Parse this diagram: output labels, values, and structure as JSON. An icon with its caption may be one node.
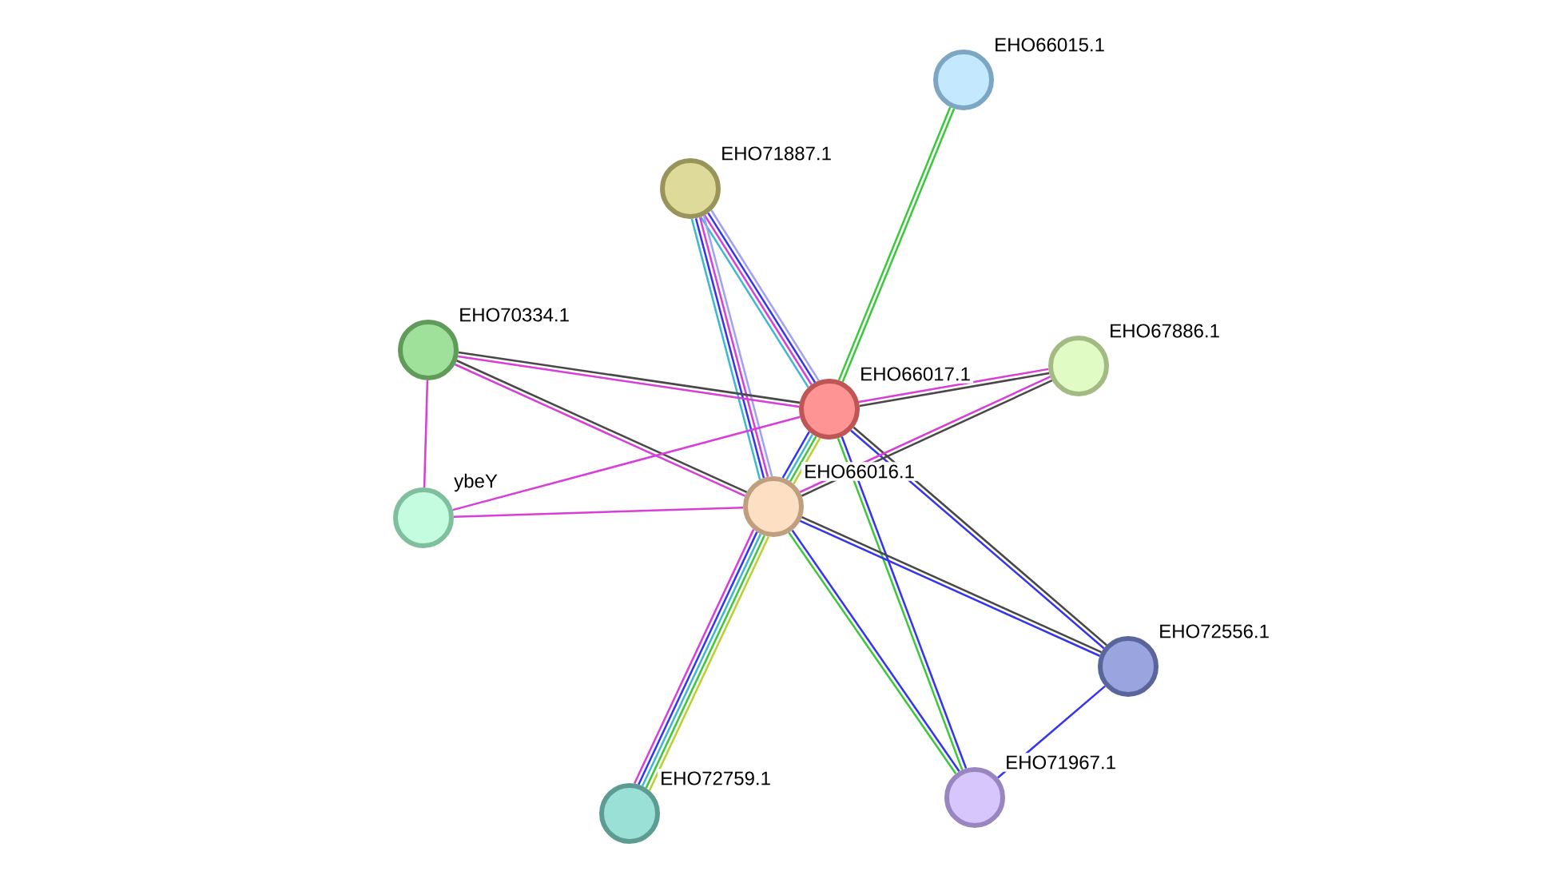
{
  "diagram": {
    "nodes": [
      {
        "text": [
          "EHO66015.1"
        ]
      },
      {
        "text": [
          "EHO71887.1"
        ]
      },
      {
        "text": [
          "EHO70334.1"
        ]
      },
      {
        "text": [
          "EHO66017.1"
        ]
      },
      {
        "text": [
          "EHO67886.1"
        ]
      },
      {
        "text": [
          "ybeY"
        ]
      },
      {
        "text": [
          "EHO66016.1"
        ]
      },
      {
        "text": [
          "EHO72556.1"
        ]
      },
      {
        "text": [
          "EHO71967.1"
        ]
      },
      {
        "text": [
          "EHO72759.1"
        ]
      }
    ],
    "edges": [
      {
        "from": 0,
        "to": 3,
        "arrow": "none",
        "color": "#3cc83c"
      },
      {
        "from": 0,
        "to": 3,
        "arrow": "none",
        "color": "#3cc83c"
      },
      {
        "from": 1,
        "to": 3,
        "arrow": "none",
        "color": "#3cb8d0"
      },
      {
        "from": 1,
        "to": 3,
        "arrow": "none",
        "color": "#d83ed8"
      },
      {
        "from": 1,
        "to": 3,
        "arrow": "none",
        "color": "#3535f0"
      },
      {
        "from": 1,
        "to": 3,
        "arrow": "none",
        "color": "#a0a0f8"
      },
      {
        "from": 1,
        "to": 6,
        "arrow": "none",
        "color": "#3cb8d0"
      },
      {
        "from": 1,
        "to": 6,
        "arrow": "none",
        "color": "#3535f0"
      },
      {
        "from": 1,
        "to": 6,
        "arrow": "none",
        "color": "#d83ed8"
      },
      {
        "from": 1,
        "to": 6,
        "arrow": "none",
        "color": "#a0a0f8"
      },
      {
        "from": 2,
        "to": 3,
        "arrow": "none",
        "color": "#d83ed8"
      },
      {
        "from": 2,
        "to": 3,
        "arrow": "none",
        "color": "#484848"
      },
      {
        "from": 2,
        "to": 5,
        "arrow": "none",
        "color": "#d83ed8"
      },
      {
        "from": 2,
        "to": 6,
        "arrow": "none",
        "color": "#d83ed8"
      },
      {
        "from": 2,
        "to": 6,
        "arrow": "none",
        "color": "#484848"
      },
      {
        "from": 3,
        "to": 4,
        "arrow": "none",
        "color": "#484848"
      },
      {
        "from": 3,
        "to": 4,
        "arrow": "none",
        "color": "#d83ed8"
      },
      {
        "from": 5,
        "to": 3,
        "arrow": "none",
        "color": "#d83ed8"
      },
      {
        "from": 3,
        "to": 6,
        "arrow": "none",
        "color": "#3535f0"
      },
      {
        "from": 3,
        "to": 6,
        "arrow": "none",
        "color": "#3cb8d0"
      },
      {
        "from": 3,
        "to": 6,
        "arrow": "none",
        "color": "#3cc83c"
      },
      {
        "from": 3,
        "to": 6,
        "arrow": "none",
        "color": "#b9d12b"
      },
      {
        "from": 3,
        "to": 7,
        "arrow": "none",
        "color": "#3535f0"
      },
      {
        "from": 3,
        "to": 7,
        "arrow": "none",
        "color": "#484848"
      },
      {
        "from": 3,
        "to": 8,
        "arrow": "none",
        "color": "#3cc83c"
      },
      {
        "from": 3,
        "to": 8,
        "arrow": "none",
        "color": "#3535f0"
      },
      {
        "from": 5,
        "to": 6,
        "arrow": "none",
        "color": "#d83ed8"
      },
      {
        "from": 6,
        "to": 4,
        "arrow": "none",
        "color": "#d83ed8"
      },
      {
        "from": 6,
        "to": 4,
        "arrow": "none",
        "color": "#484848"
      },
      {
        "from": 6,
        "to": 7,
        "arrow": "none",
        "color": "#3535f0"
      },
      {
        "from": 6,
        "to": 7,
        "arrow": "none",
        "color": "#484848"
      },
      {
        "from": 6,
        "to": 8,
        "arrow": "none",
        "color": "#3cc83c"
      },
      {
        "from": 6,
        "to": 8,
        "arrow": "none",
        "color": "#3535f0"
      },
      {
        "from": 6,
        "to": 9,
        "arrow": "none",
        "color": "#d83ed8"
      },
      {
        "from": 6,
        "to": 9,
        "arrow": "none",
        "color": "#3535f0"
      },
      {
        "from": 6,
        "to": 9,
        "arrow": "none",
        "color": "#3cb8d0"
      },
      {
        "from": 6,
        "to": 9,
        "arrow": "none",
        "color": "#3cc83c"
      },
      {
        "from": 6,
        "to": 9,
        "arrow": "none",
        "color": "#b9d12b"
      },
      {
        "from": 7,
        "to": 8,
        "arrow": "none",
        "color": "#3535f0"
      }
    ]
  }
}
